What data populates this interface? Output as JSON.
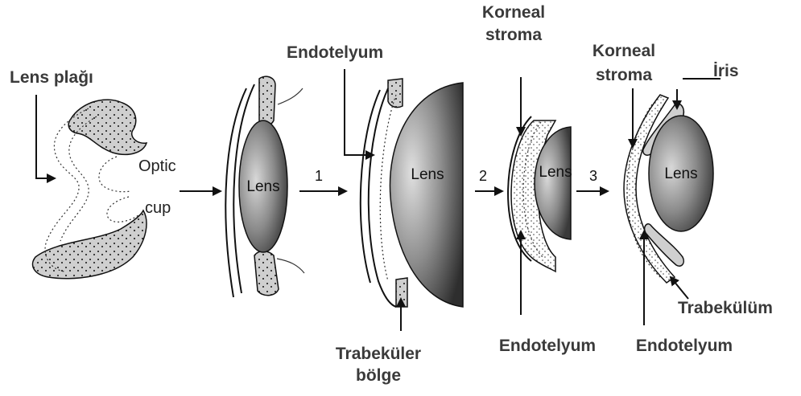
{
  "labels": {
    "lens_placode": "Lens plağı",
    "optic": "Optic",
    "cup": "cup",
    "endothelium_top": "Endotelyum",
    "corneal_stroma_1_line1": "Korneal",
    "corneal_stroma_1_line2": "stroma",
    "corneal_stroma_2_line1": "Korneal",
    "corneal_stroma_2_line2": "stroma",
    "iris": "İris",
    "trabecular_zone_line1": "Trabeküler",
    "trabecular_zone_line2": "bölge",
    "endothelium_bottom_1": "Endotelyum",
    "endothelium_bottom_2": "Endotelyum",
    "trabeculum": "Trabekülüm",
    "lens": "Lens"
  },
  "steps": [
    "1",
    "2",
    "3"
  ]
}
